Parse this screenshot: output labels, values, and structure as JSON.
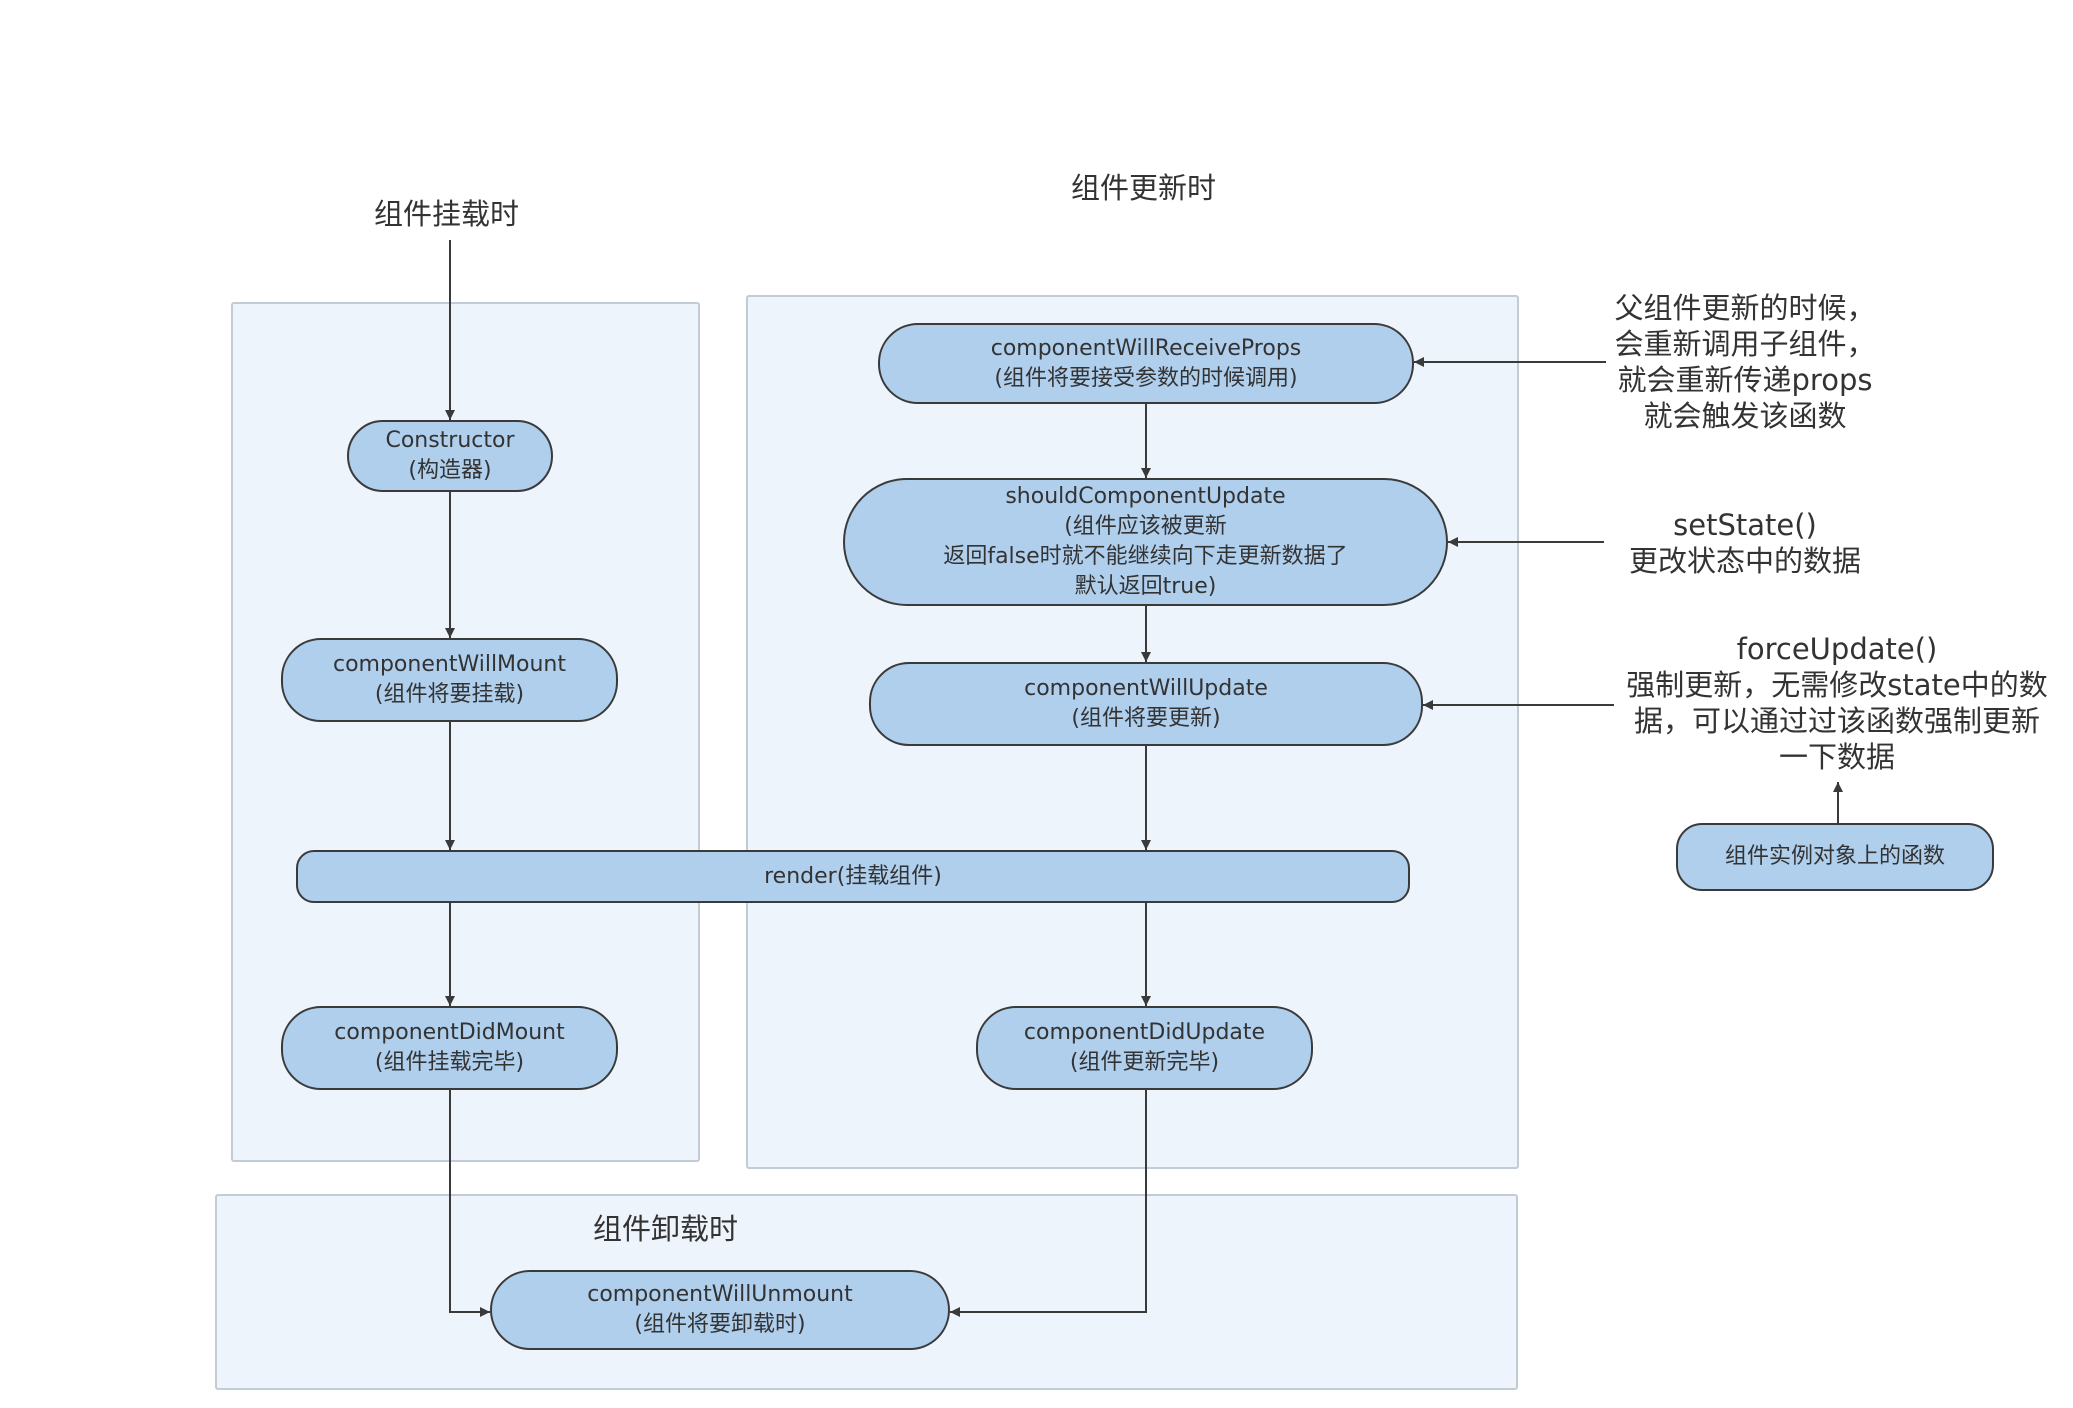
{
  "regions": {
    "mount_title": "组件挂载时",
    "update_title": "组件更新时",
    "unmount_title": "组件卸载时"
  },
  "nodes": {
    "constructor": {
      "line1": "Constructor",
      "line2": "(构造器)"
    },
    "will_mount": {
      "line1": "componentWillMount",
      "line2": "(组件将要挂载)"
    },
    "render": {
      "line1": "render(挂载组件)"
    },
    "did_mount": {
      "line1": "componentDidMount",
      "line2": "(组件挂载完毕)"
    },
    "will_receive_props": {
      "line1": "componentWillReceiveProps",
      "line2": "(组件将要接受参数的时候调用)"
    },
    "should_update": {
      "line1": "shouldComponentUpdate",
      "line2": "(组件应该被更新",
      "line3": "返回false时就不能继续向下走更新数据了",
      "line4": "默认返回true)"
    },
    "will_update": {
      "line1": "componentWillUpdate",
      "line2": "(组件将要更新)"
    },
    "did_update": {
      "line1": "componentDidUpdate",
      "line2": "(组件更新完毕)"
    },
    "will_unmount": {
      "line1": "componentWillUnmount",
      "line2": "(组件将要卸载时)"
    },
    "instance_fn": {
      "line1": "组件实例对象上的函数"
    }
  },
  "annotations": {
    "parent_update": {
      "line1": "父组件更新的时候，",
      "line2": "会重新调用子组件，",
      "line3": "就会重新传递props",
      "line4": "就会触发该函数"
    },
    "set_state": {
      "line1": "setState()",
      "line2": "更改状态中的数据"
    },
    "force_update": {
      "line1": "forceUpdate()",
      "line2": "强制更新，无需修改state中的数",
      "line3": "据，可以通过过该函数强制更新",
      "line4": "一下数据"
    }
  },
  "colors": {
    "node_fill": "#afcfed",
    "region_fill": "#edf4fc",
    "stroke": "#3a3a3a"
  }
}
